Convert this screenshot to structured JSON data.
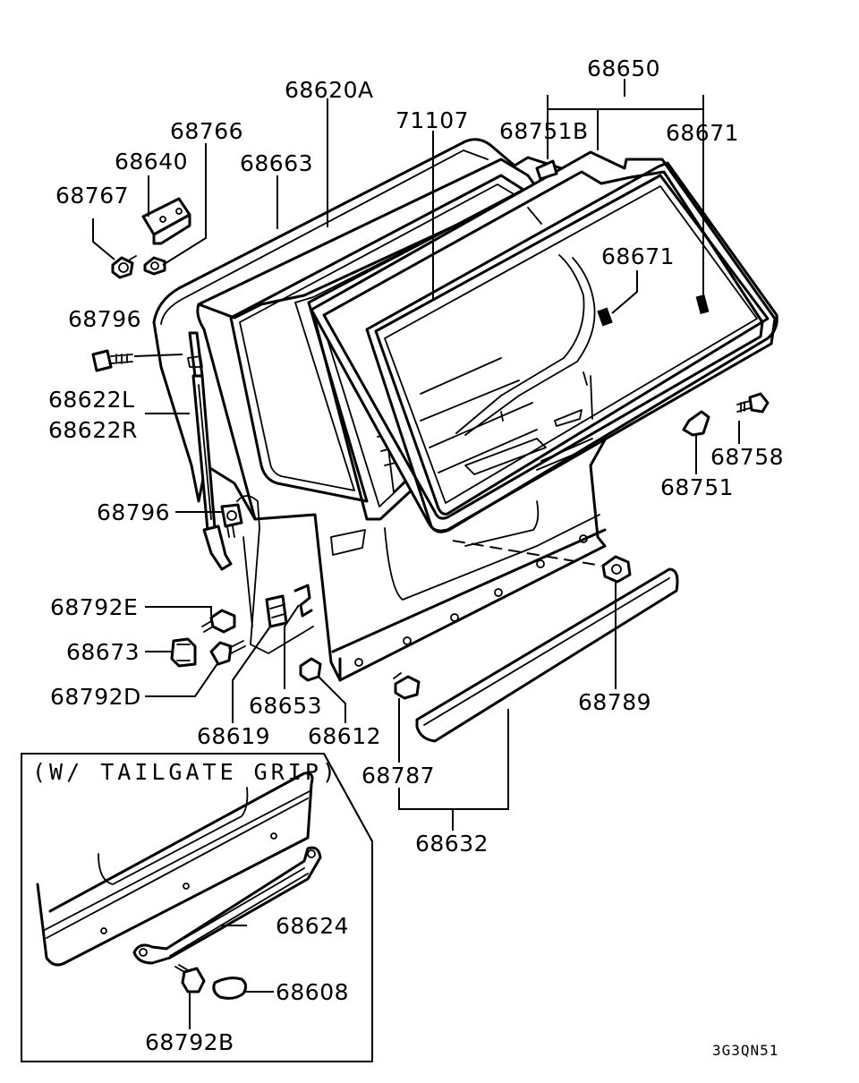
{
  "diagram": {
    "code": "3G3QN51",
    "inset_title": "(W/ TAILGATE GRIP)",
    "labels": {
      "p68650": "68650",
      "p68620A": "68620A",
      "p71107": "71107",
      "p68751B": "68751B",
      "p68671_top": "68671",
      "p68766": "68766",
      "p68640": "68640",
      "p68663": "68663",
      "p68767": "68767",
      "p68671_mid": "68671",
      "p68796_top": "68796",
      "p68622L": "68622L",
      "p68622R": "68622R",
      "p68758": "68758",
      "p68751": "68751",
      "p68796_mid": "68796",
      "p68792E": "68792E",
      "p68673": "68673",
      "p68789": "68789",
      "p68792D": "68792D",
      "p68653": "68653",
      "p68619": "68619",
      "p68612": "68612",
      "p68787": "68787",
      "p68632": "68632",
      "p68624": "68624",
      "p68608": "68608",
      "p68792B": "68792B"
    }
  }
}
